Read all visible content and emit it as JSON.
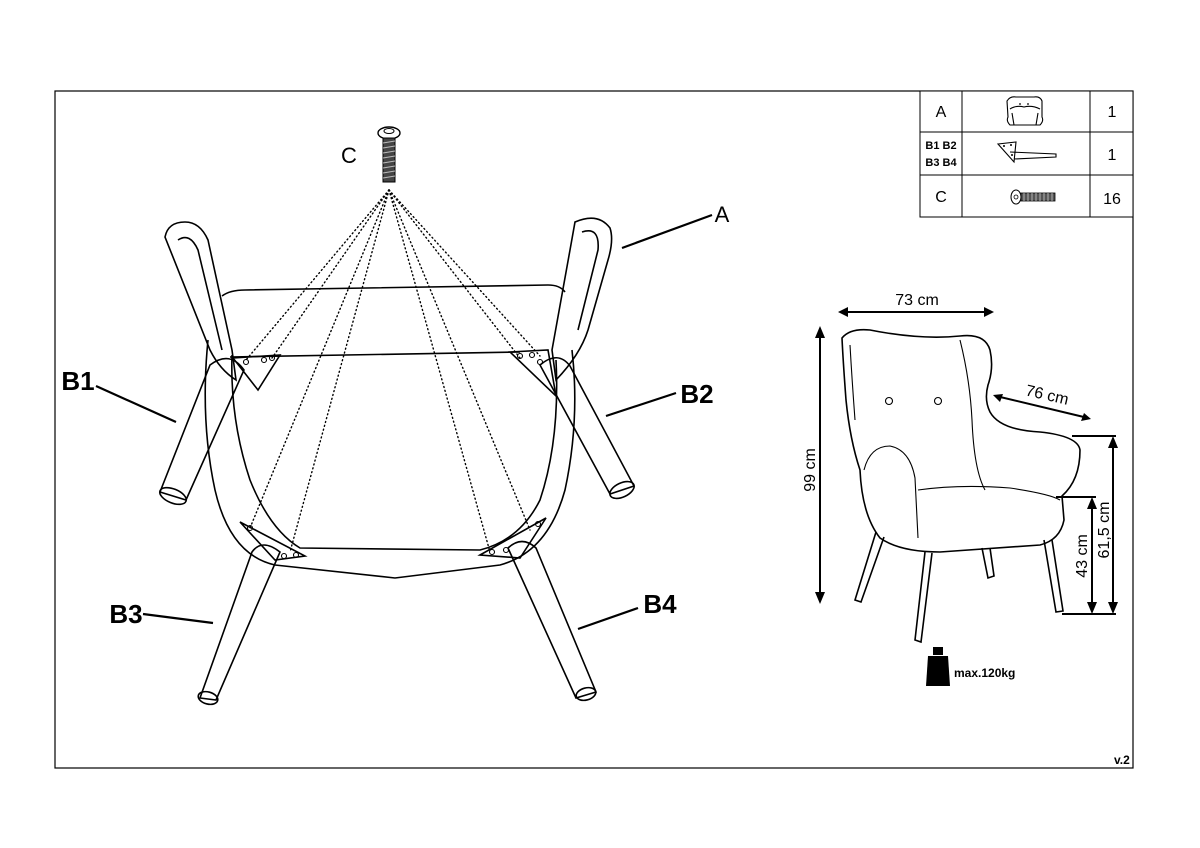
{
  "parts_table": {
    "rows": [
      {
        "code": "A",
        "icon": "armchair-icon",
        "qty": "1"
      },
      {
        "code_line1": "B1 B2",
        "code_line2": "B3 B4",
        "icon": "leg-bracket-icon",
        "qty": "1"
      },
      {
        "code": "C",
        "icon": "bolt-icon",
        "qty": "16"
      }
    ]
  },
  "assembly": {
    "label_a": "A",
    "label_c": "C",
    "label_b1": "B1",
    "label_b2": "B2",
    "label_b3": "B3",
    "label_b4": "B4"
  },
  "dimensions": {
    "width": "73 cm",
    "depth": "76 cm",
    "height": "99 cm",
    "arm_height": "61,5 cm",
    "seat_height": "43 cm"
  },
  "max_load": "max.120kg",
  "version": "v.2"
}
